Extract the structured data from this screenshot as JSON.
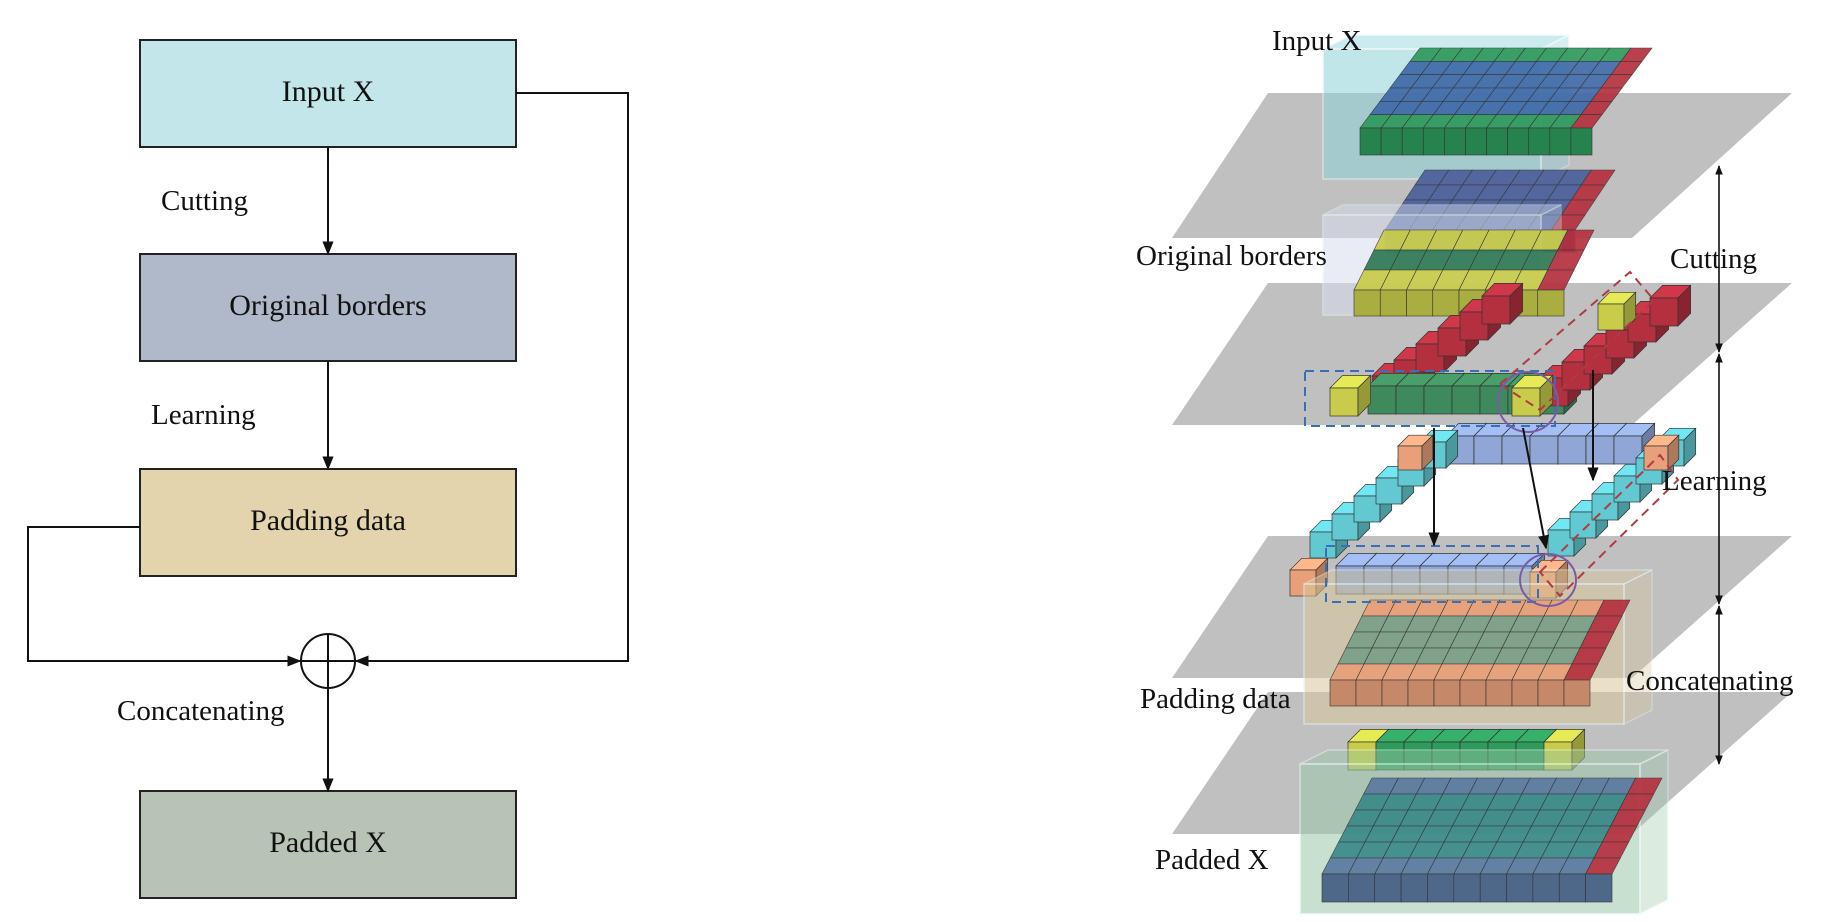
{
  "flowchart": {
    "nodes": {
      "input": {
        "label": "Input X",
        "color": "#c2e6e9"
      },
      "borders": {
        "label": "Original borders",
        "color": "#b0b9c9"
      },
      "padding": {
        "label": "Padding data",
        "color": "#e3d4ad"
      },
      "padded": {
        "label": "Padded X",
        "color": "#b8c3b6"
      }
    },
    "edges": {
      "cutting": "Cutting",
      "learning": "Learning",
      "concatenating": "Concatenating"
    }
  },
  "illustration": {
    "layers": {
      "input": "Input X",
      "borders": "Original borders",
      "padding": "Padding data",
      "padded": "Padded X"
    },
    "stages": {
      "cutting": "Cutting",
      "learning": "Learning",
      "concatenating": "Concatenating"
    },
    "colors": {
      "plane": "#b9b9ba",
      "blue_cell": "#3f6aa8",
      "green_cell": "#2e9a5c",
      "red_cell": "#b5303f",
      "yellow_cell": "#c8cc4a",
      "lavender_cell": "#8fa6d6",
      "cyan_cell": "#62c9d3",
      "orange_cell": "#e8a07a"
    }
  }
}
